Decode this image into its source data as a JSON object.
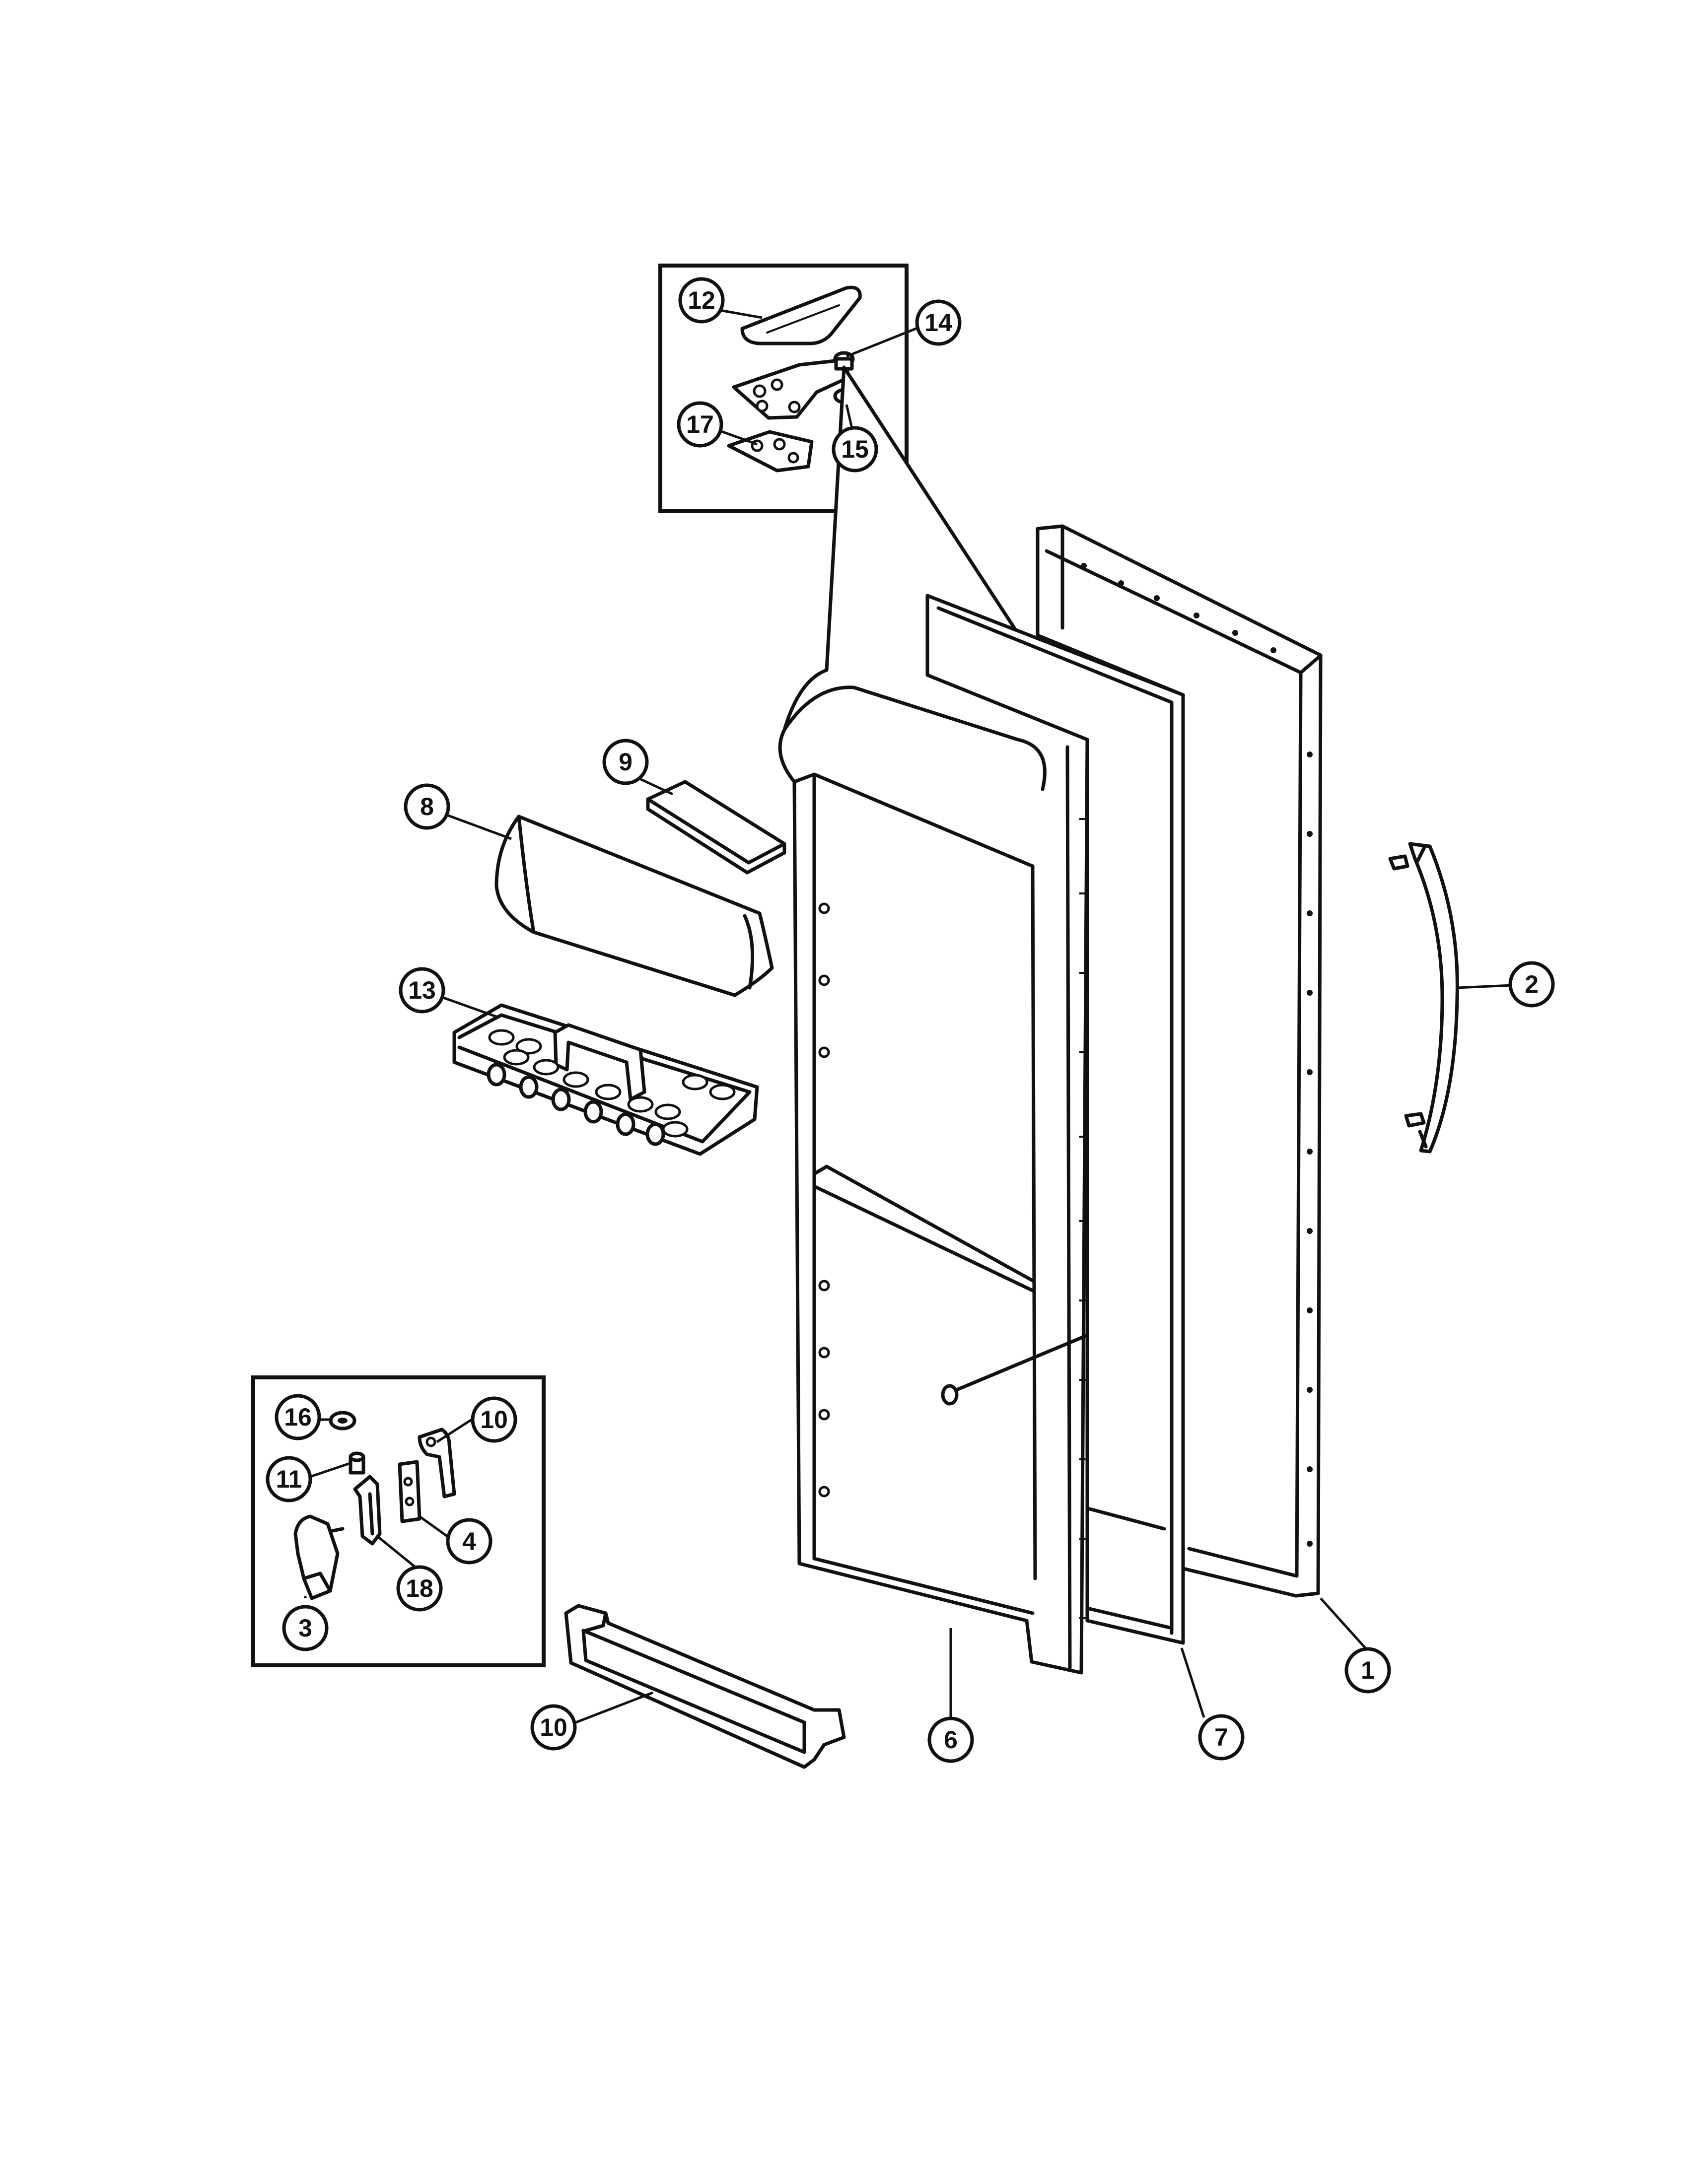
{
  "diagram": {
    "callouts": [
      {
        "id": "c12",
        "label": "12"
      },
      {
        "id": "c14",
        "label": "14"
      },
      {
        "id": "c17",
        "label": "17"
      },
      {
        "id": "c15",
        "label": "15"
      },
      {
        "id": "c9",
        "label": "9"
      },
      {
        "id": "c8",
        "label": "8"
      },
      {
        "id": "c2",
        "label": "2"
      },
      {
        "id": "c13",
        "label": "13"
      },
      {
        "id": "c16",
        "label": "16"
      },
      {
        "id": "c10a",
        "label": "10"
      },
      {
        "id": "c11",
        "label": "11"
      },
      {
        "id": "c4",
        "label": "4"
      },
      {
        "id": "c18",
        "label": "18"
      },
      {
        "id": "c3",
        "label": "3"
      },
      {
        "id": "c1",
        "label": "1"
      },
      {
        "id": "c7",
        "label": "7"
      },
      {
        "id": "c6",
        "label": "6"
      },
      {
        "id": "c10b",
        "label": "10"
      }
    ]
  }
}
